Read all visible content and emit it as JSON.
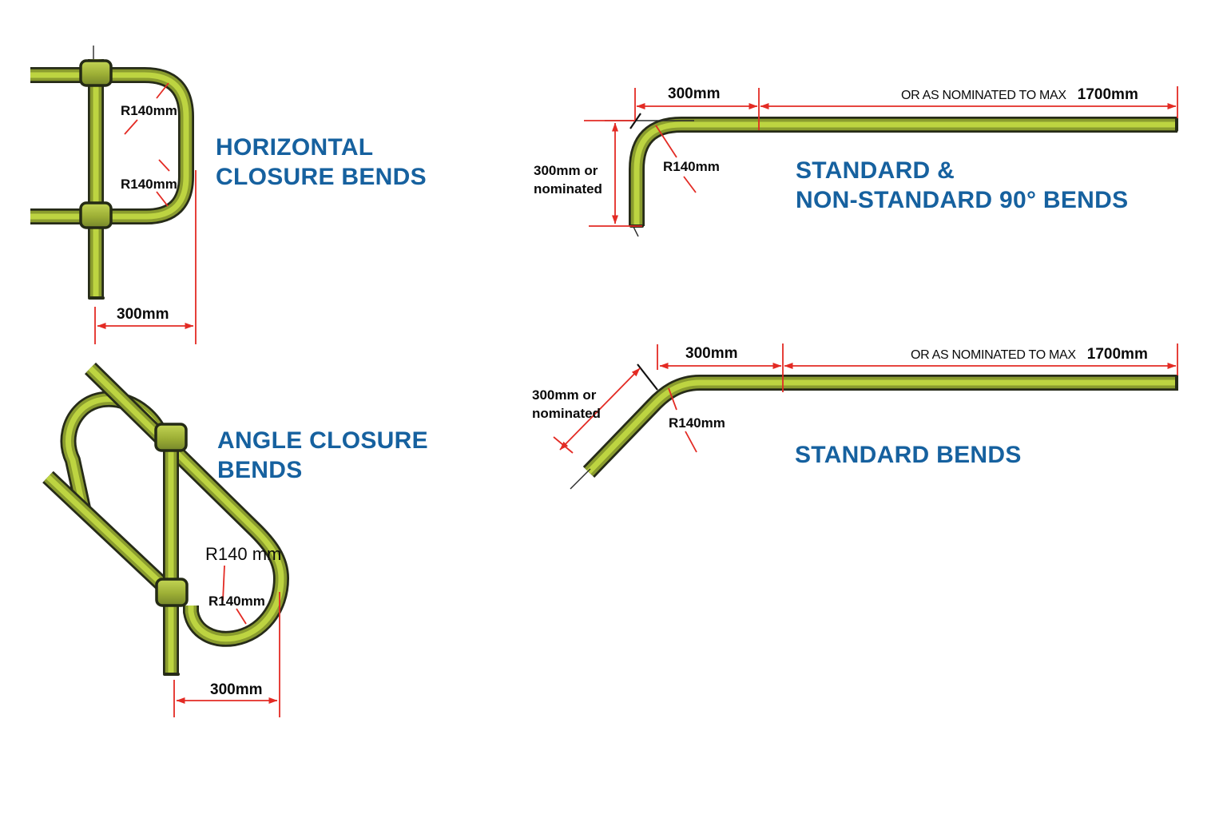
{
  "colors": {
    "background": "#ffffff",
    "tube_outline": "#262b18",
    "tube_mid": "#8a9c2e",
    "tube_core": "#bdd441",
    "fitting_light": "#c3d554",
    "fitting_dark": "#75862a",
    "dimension_red": "#e32b24",
    "title_blue": "#16619f",
    "label_black": "#0a0a0a"
  },
  "figures": {
    "horizontal_closure": {
      "title_line1": "HORIZONTAL",
      "title_line2": "CLOSURE BENDS",
      "radius_label_top": "R140mm",
      "radius_label_bottom": "R140mm",
      "width_label": "300mm"
    },
    "standard_90": {
      "title_line1": "STANDARD &",
      "title_line2": "NON-STANDARD 90° BENDS",
      "offset_label": "300mm",
      "max_label_text": "OR AS NOMINATED TO MAX",
      "max_label_value": "1700mm",
      "drop_label_line1": "300mm or",
      "drop_label_line2": "nominated",
      "radius_label": "R140mm"
    },
    "angle_closure": {
      "title_line1": "ANGLE CLOSURE",
      "title_line2": "BENDS",
      "radius_label_light": "R140 mm",
      "radius_label_bold": "R140mm",
      "width_label": "300mm"
    },
    "standard": {
      "title": "STANDARD BENDS",
      "offset_label": "300mm",
      "max_label_text": "OR AS NOMINATED TO MAX",
      "max_label_value": "1700mm",
      "diagonal_label_line1": "300mm or",
      "diagonal_label_line2": "nominated",
      "radius_label": "R140mm"
    }
  }
}
